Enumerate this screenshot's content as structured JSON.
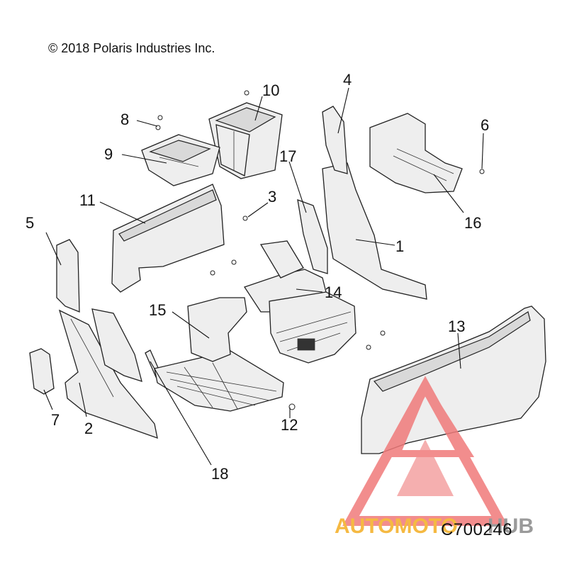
{
  "copyright": "© 2018 Polaris Industries Inc.",
  "doc_id": "C700246",
  "watermark": {
    "word_part_1": "AUTOMOTO",
    "word_part_2": "HUB",
    "colors": {
      "accent_orange": "#f5b942",
      "accent_red": "#f07a7a",
      "text_gray": "#9a9a9a"
    }
  },
  "callouts": [
    "1",
    "2",
    "3",
    "4",
    "5",
    "6",
    "7",
    "8",
    "9",
    "10",
    "11",
    "12",
    "13",
    "14",
    "15",
    "16",
    "17",
    "18"
  ]
}
